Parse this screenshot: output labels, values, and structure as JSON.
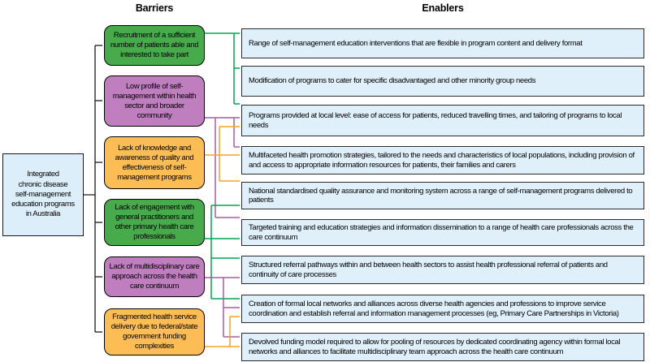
{
  "header": {
    "barriers": "Barriers",
    "enablers": "Enablers"
  },
  "root": {
    "label": "Integrated chronic disease self-management education programs in Australia",
    "lines": [
      "Integrated",
      "chronic disease",
      "self-management",
      "education programs",
      "in Australia"
    ]
  },
  "barriers": [
    {
      "id": "barrier-1",
      "color": "green",
      "label": "Recruitment of a sufficient number of patients able and interested to take part"
    },
    {
      "id": "barrier-2",
      "color": "purple",
      "label": "Low profile of self-management within health sector and broader community"
    },
    {
      "id": "barrier-3",
      "color": "orange",
      "label": "Lack of knowledge and awareness of quality and effectiveness of self-management programs"
    },
    {
      "id": "barrier-4",
      "color": "green",
      "label": "Lack of engagement with general practitioners and other primary health care professionals"
    },
    {
      "id": "barrier-5",
      "color": "purple",
      "label": "Lack of multidisciplinary care approach across the health care continuum"
    },
    {
      "id": "barrier-6",
      "color": "orange",
      "label": "Fragmented health service delivery due to federal/state government funding complexities"
    }
  ],
  "enablers": [
    {
      "id": "enabler-1",
      "label": "Range of self-management education interventions that are flexible in program content and delivery format"
    },
    {
      "id": "enabler-2",
      "label": "Modification of programs to cater for specific disadvantaged and other minority group needs"
    },
    {
      "id": "enabler-3",
      "label": "Programs provided at local level: ease of access for patients, reduced travelling times, and tailoring of programs to local needs"
    },
    {
      "id": "enabler-4",
      "label": "Multifaceted health promotion strategies, tailored to the needs and characteristics of local populations, including provision of and access to appropriate information resources for patients, their families and carers"
    },
    {
      "id": "enabler-5",
      "label": "National standardised quality assurance and monitoring system across a range of self-management programs delivered to patients"
    },
    {
      "id": "enabler-6",
      "label": "Targeted training and education strategies and information dissemination to a range of health care professionals across the care continuum"
    },
    {
      "id": "enabler-7",
      "label": "Structured referral pathways within and between health sectors to assist health professional referral of patients and continuity of care processes"
    },
    {
      "id": "enabler-8",
      "label": "Creation of formal local networks and alliances across diverse health agencies and professions to improve service coordination and establish referral and information management processes (eg, Primary Care Partnerships in Victoria)"
    },
    {
      "id": "enabler-9",
      "label": "Devolved funding model required to allow for pooling of resources by dedicated coordinating agency within formal local networks and alliances to facilitate multidisciplinary team approach across the health care continuum"
    }
  ],
  "links": [
    {
      "from": "root",
      "color": "black",
      "to": [
        "barrier-1",
        "barrier-2",
        "barrier-3",
        "barrier-4",
        "barrier-5",
        "barrier-6"
      ]
    },
    {
      "from": "barrier-1",
      "color": "green",
      "to": [
        "enabler-1",
        "enabler-2",
        "enabler-3"
      ]
    },
    {
      "from": "barrier-2",
      "color": "purple",
      "to": [
        "enabler-3",
        "enabler-4",
        "enabler-6"
      ]
    },
    {
      "from": "barrier-3",
      "color": "orange",
      "to": [
        "enabler-3",
        "enabler-4",
        "enabler-5"
      ]
    },
    {
      "from": "barrier-4",
      "color": "green",
      "to": [
        "enabler-5",
        "enabler-6",
        "enabler-7",
        "enabler-8"
      ]
    },
    {
      "from": "barrier-5",
      "color": "purple",
      "to": [
        "enabler-7",
        "enabler-8",
        "enabler-9"
      ]
    },
    {
      "from": "barrier-6",
      "color": "orange",
      "to": [
        "enabler-8",
        "enabler-9"
      ]
    }
  ],
  "colors": {
    "barrier_green_fill": "#47AB4B",
    "barrier_purple_fill": "#BF7FBF",
    "barrier_orange_fill": "#FCBE54",
    "enabler_fill": "#DFF0FB",
    "root_fill": "#DCEEF9",
    "line_green": "#00A651",
    "line_purple": "#A95BA9",
    "line_orange": "#F9A224",
    "line_black": "#1a1a1a"
  }
}
